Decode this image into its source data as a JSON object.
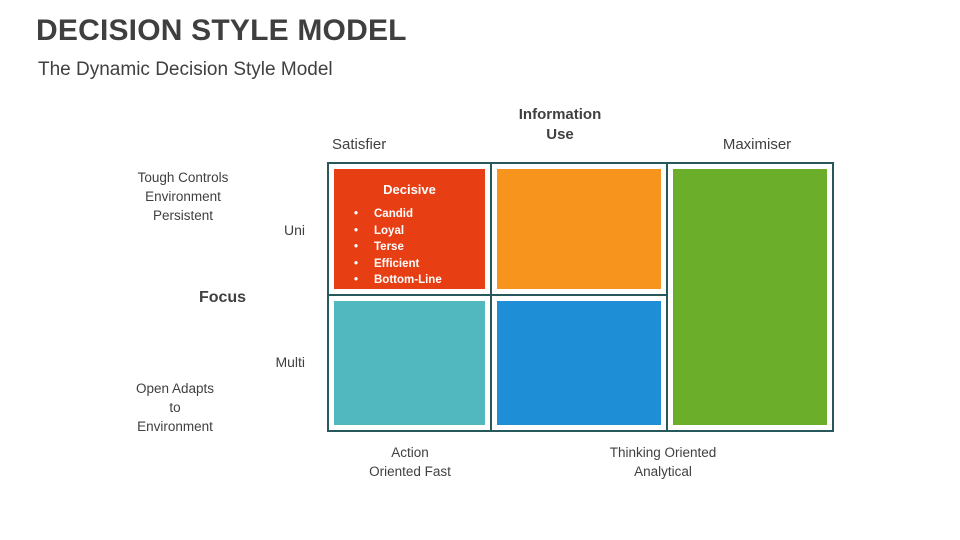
{
  "slide": {
    "title": "DECISION STYLE MODEL",
    "subtitle": "The Dynamic Decision Style Model"
  },
  "matrix": {
    "border_color": "#27595C",
    "top_labels": {
      "left": "Satisfier",
      "center": "Information\nUse",
      "right": "Maximiser"
    },
    "left_labels": {
      "top_desc": "Tough Controls\nEnvironment\nPersistent",
      "row1": "Uni",
      "axis": "Focus",
      "row2": "Multi",
      "bottom_desc": "Open Adapts\nto\nEnvironment"
    },
    "bottom_labels": {
      "left": "Action\nOriented Fast",
      "right": "Thinking Oriented\nAnalytical"
    },
    "cells": {
      "top_left": {
        "title": "Decisive",
        "bullets": [
          "Candid",
          "Loyal",
          "Terse",
          "Efficient",
          "Bottom-Line"
        ],
        "color": "#E73E14"
      },
      "top_center": {
        "color": "#F7941E"
      },
      "right": {
        "color": "#6BAE2A"
      },
      "bottom_left": {
        "color": "#50B8BE"
      },
      "bottom_center": {
        "color": "#1E8ED6"
      }
    }
  },
  "colors": {
    "text": "#404040",
    "title": "#3F3F3F",
    "background": "#FFFFFF",
    "cell_text": "#FFFFFF"
  }
}
